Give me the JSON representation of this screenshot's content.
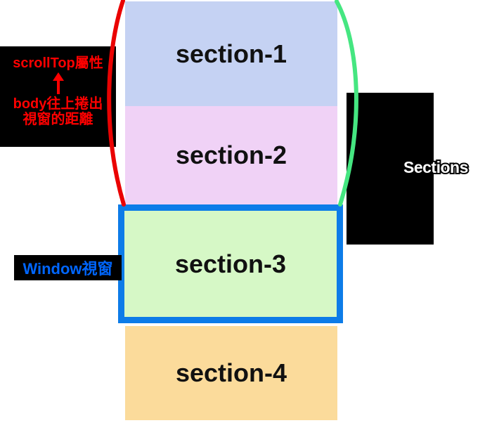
{
  "diagram": {
    "sections": [
      {
        "label": "section-1",
        "bg": "#c5d2f3"
      },
      {
        "label": "section-2",
        "bg": "#f0d2f6"
      },
      {
        "label": "section-3",
        "bg": "#d6f8c6"
      },
      {
        "label": "section-4",
        "bg": "#fbdb9b"
      }
    ],
    "scrolltop_annotation": {
      "title": "scrollTop屬性",
      "arrow_icon": "arrow-up",
      "desc_line1": "body往上捲出",
      "desc_line2": "視窗的距離",
      "text_color": "#ff0000",
      "bg": "#000000"
    },
    "window_annotation": {
      "text": "Window視窗",
      "text_color": "#0066ff",
      "bg": "#000000"
    },
    "sections_annotation": {
      "text": "Sections",
      "fill_color": "#ffffff",
      "outline_color": "#000000"
    },
    "viewport": {
      "border_color": "#0d7ce8"
    },
    "curves": {
      "left_curve_color": "#ea0202",
      "right_curve_color": "#45e681"
    }
  }
}
